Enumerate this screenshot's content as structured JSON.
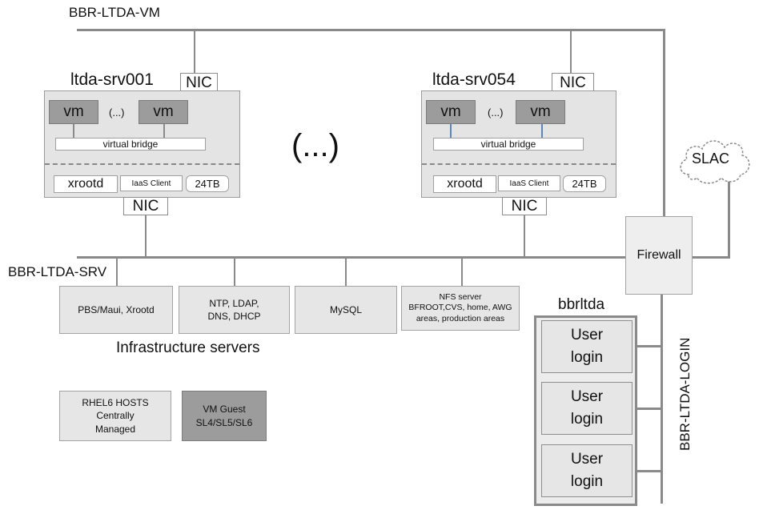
{
  "networks": {
    "vm": "BBR-LTDA-VM",
    "srv": "BBR-LTDA-SRV",
    "login": "BBR-LTDA-LOGIN"
  },
  "servers": [
    {
      "name": "ltda-srv001",
      "nic_top": "NIC",
      "nic_bottom": "NIC",
      "vm_label": "vm",
      "ellipsis": "(...)",
      "bridge": "virtual bridge",
      "xrootd": "xrootd",
      "iaas": "IaaS Client",
      "disk": "24TB"
    },
    {
      "name": "ltda-srv054",
      "nic_top": "NIC",
      "nic_bottom": "NIC",
      "vm_label": "vm",
      "ellipsis": "(...)",
      "bridge": "virtual bridge",
      "xrootd": "xrootd",
      "iaas": "IaaS Client",
      "disk": "24TB"
    }
  ],
  "middle_ellipsis": "(...)",
  "cloud": "SLAC",
  "firewall": "Firewall",
  "infrastructure": {
    "title": "Infrastructure servers",
    "pbs": "PBS/Maui, Xrootd",
    "ntp_l1": "NTP, LDAP,",
    "ntp_l2": "DNS, DHCP",
    "mysql": "MySQL",
    "nfs_l1": "NFS server",
    "nfs_l2": "BFROOT,CVS, home, AWG",
    "nfs_l3": "areas, production areas"
  },
  "bbrltda": {
    "title": "bbrltda",
    "logins": [
      {
        "l1": "User",
        "l2": "login"
      },
      {
        "l1": "User",
        "l2": "login"
      },
      {
        "l1": "User",
        "l2": "login"
      }
    ]
  },
  "legend": {
    "rhel_l1": "RHEL6 HOSTS",
    "rhel_l2": "Centrally",
    "rhel_l3": "Managed",
    "vm_l1": "VM Guest",
    "vm_l2": "SL4/SL5/SL6"
  }
}
